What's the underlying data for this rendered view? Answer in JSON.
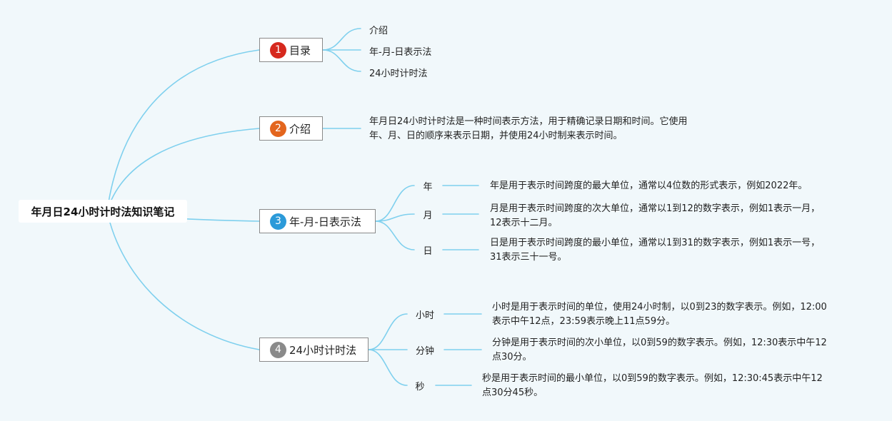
{
  "colors": {
    "background": "#f1f8fb",
    "connector": "#7fd0ee",
    "badge_1": "#d6291e",
    "badge_2": "#e3651d",
    "badge_3": "#2b9ad9",
    "badge_4": "#8a8a8a"
  },
  "root": {
    "label": "年月日24小时计时法知识笔记"
  },
  "branches": [
    {
      "number": "1",
      "label": "目录",
      "leaves": [
        "介绍",
        "年-月-日表示法",
        "24小时计时法"
      ]
    },
    {
      "number": "2",
      "label": "介绍",
      "description": {
        "line1": "年月日24小时计时法是一种时间表示方法，用于精确记录日期和时间。它使用",
        "line2": "年、月、日的顺序来表示日期，并使用24小时制来表示时间。"
      }
    },
    {
      "number": "3",
      "label": "年-月-日表示法",
      "items": [
        {
          "name": "年",
          "text": "年是用于表示时间跨度的最大单位，通常以4位数的形式表示，例如2022年。",
          "text2": ""
        },
        {
          "name": "月",
          "text": "月是用于表示时间跨度的次大单位，通常以1到12的数字表示，例如1表示一月，",
          "text2": "12表示十二月。"
        },
        {
          "name": "日",
          "text": "日是用于表示时间跨度的最小单位，通常以1到31的数字表示，例如1表示一号，",
          "text2": "31表示三十一号。"
        }
      ]
    },
    {
      "number": "4",
      "label": "24小时计时法",
      "items": [
        {
          "name": "小时",
          "text": "小时是用于表示时间的单位，使用24小时制，以0到23的数字表示。例如，12:00",
          "text2": "表示中午12点，23:59表示晚上11点59分。"
        },
        {
          "name": "分钟",
          "text": "分钟是用于表示时间的次小单位，以0到59的数字表示。例如，12:30表示中午12",
          "text2": "点30分。"
        },
        {
          "name": "秒",
          "text": "秒是用于表示时间的最小单位，以0到59的数字表示。例如，12:30:45表示中午12",
          "text2": "点30分45秒。"
        }
      ]
    }
  ]
}
